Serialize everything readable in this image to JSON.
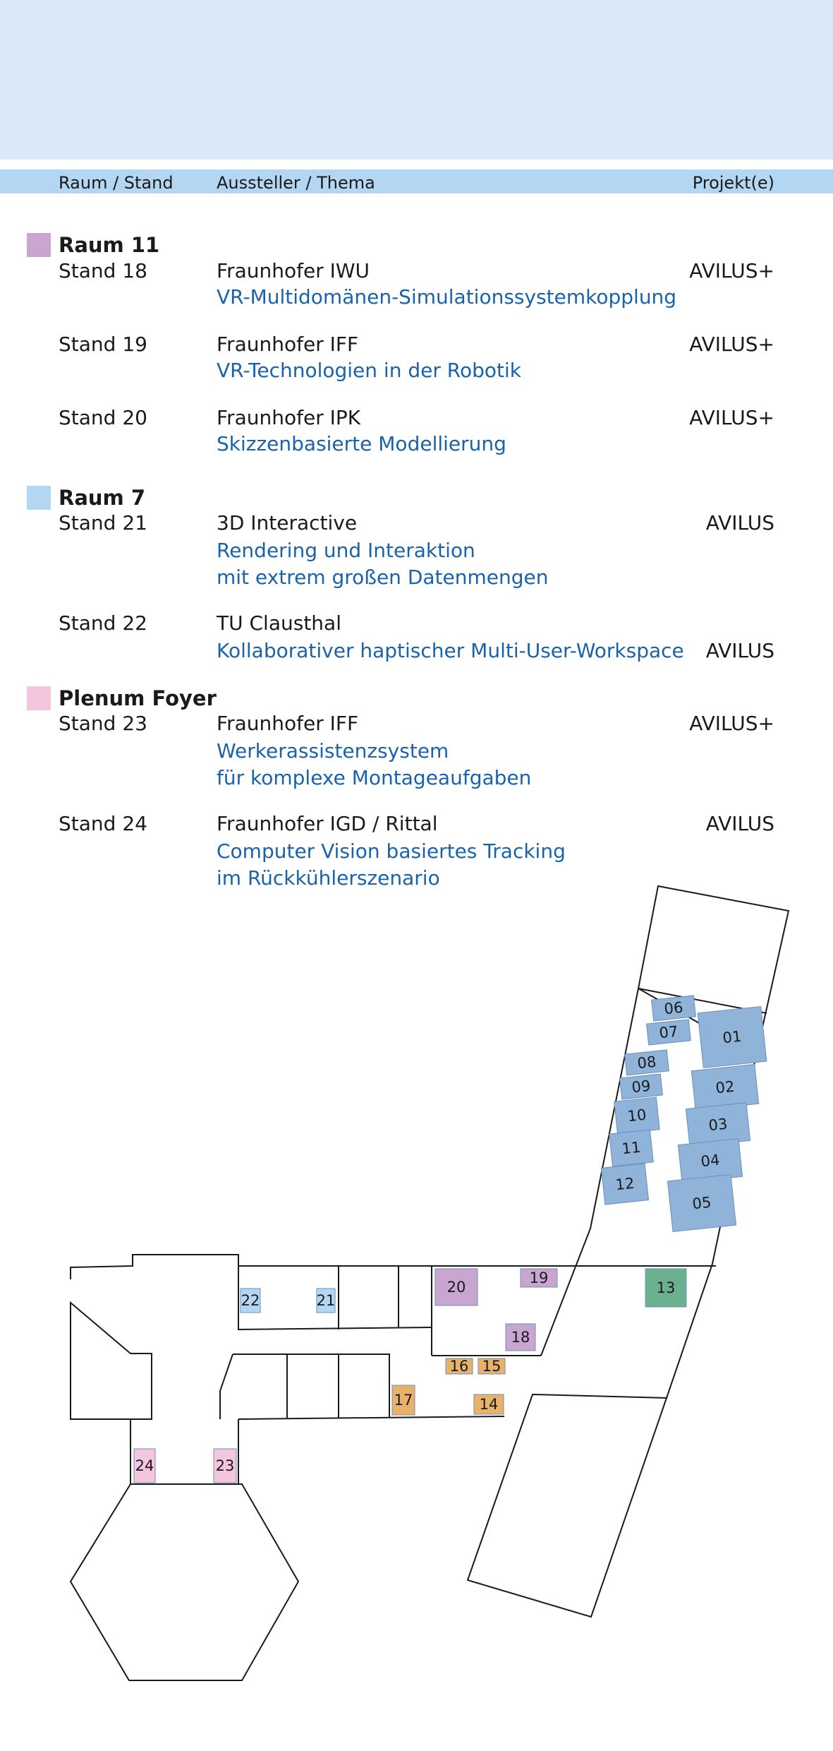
{
  "header": {
    "col_room_stand": "Raum / Stand",
    "col_exhibitor_topic": "Aussteller / Thema",
    "col_projects": "Projekt(e)"
  },
  "colors": {
    "raum11": "#c9a6cf",
    "raum7": "#b3d6f2",
    "plenum_foyer": "#f3c6de",
    "hall_booth": "#8fb3d9",
    "orange_booth": "#e8b26b",
    "green_booth": "#6bb08f",
    "topic_text": "#1a63aa"
  },
  "sections": [
    {
      "room": "Raum 11",
      "stands": [
        {
          "stand": "Stand 18",
          "exhibitor": "Fraunhofer IWU",
          "topic": [
            "VR-Multidomänen-Simulationssystemkopplung"
          ],
          "project": "AVILUS+"
        },
        {
          "stand": "Stand 19",
          "exhibitor": "Fraunhofer IFF",
          "topic": [
            "VR-Technologien in der Robotik"
          ],
          "project": "AVILUS+"
        },
        {
          "stand": "Stand 20",
          "exhibitor": "Fraunhofer IPK",
          "topic": [
            "Skizzenbasierte Modellierung"
          ],
          "project": "AVILUS+"
        }
      ]
    },
    {
      "room": "Raum 7",
      "stands": [
        {
          "stand": "Stand 21",
          "exhibitor": "3D Interactive",
          "topic": [
            "Rendering und Interaktion",
            "mit extrem großen Datenmengen"
          ],
          "project": "AVILUS"
        },
        {
          "stand": "Stand 22",
          "exhibitor": "TU Clausthal",
          "topic": [
            "Kollaborativer haptischer Multi-User-Workspace"
          ],
          "project": "AVILUS"
        }
      ]
    },
    {
      "room": "Plenum Foyer",
      "stands": [
        {
          "stand": "Stand 23",
          "exhibitor": "Fraunhofer IFF",
          "topic": [
            "Werkerassistenzsystem",
            "für komplexe Montageaufgaben"
          ],
          "project": "AVILUS+"
        },
        {
          "stand": "Stand 24",
          "exhibitor": "Fraunhofer IGD / Rittal",
          "topic": [
            "Computer Vision basiertes Tracking",
            "im Rückkühlerszenario"
          ],
          "project": "AVILUS"
        }
      ]
    }
  ],
  "map": {
    "booths": [
      "01",
      "02",
      "03",
      "04",
      "05",
      "06",
      "07",
      "08",
      "09",
      "10",
      "11",
      "12",
      "13",
      "14",
      "15",
      "16",
      "17",
      "18",
      "19",
      "20",
      "21",
      "22",
      "23",
      "24"
    ]
  }
}
